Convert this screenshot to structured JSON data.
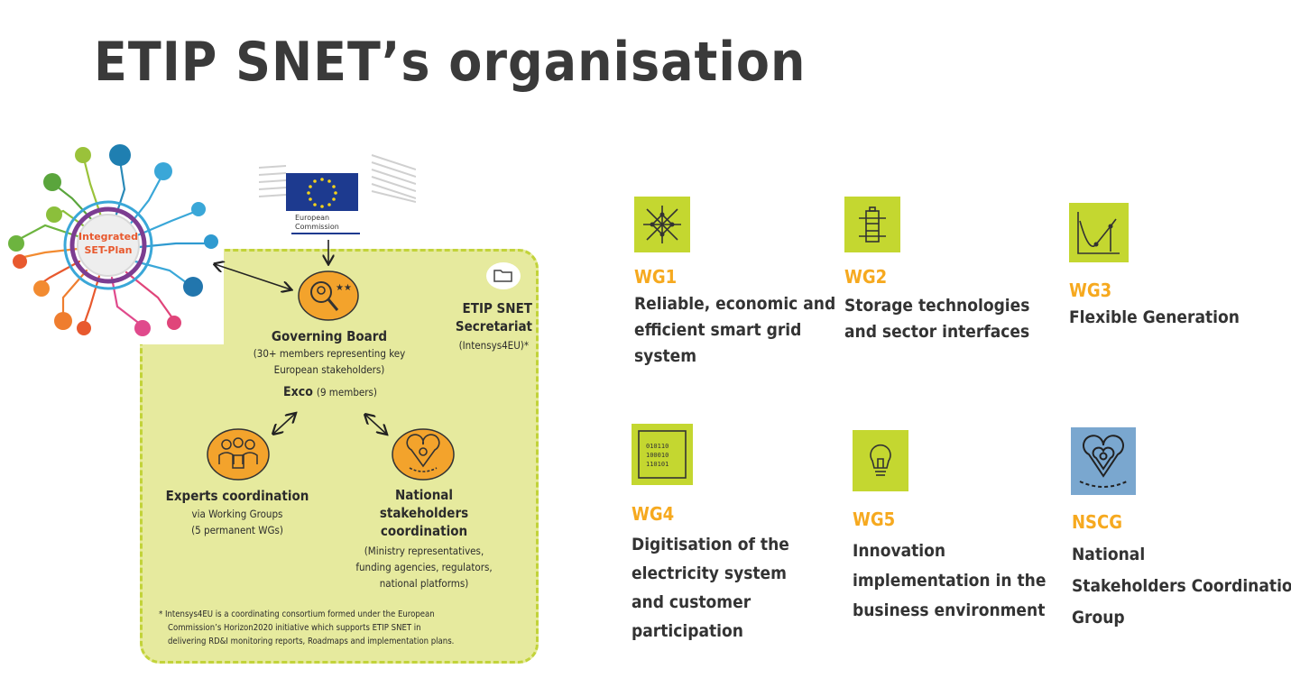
{
  "title": "ETIP SNET’s organisation",
  "set_plan": {
    "line1": "Integrated",
    "line2": "SET-Plan"
  },
  "ec": {
    "line1": "European",
    "line2": "Commission"
  },
  "secretariat": {
    "line1": "ETIP SNET",
    "line2": "Secretariat",
    "line3": "(Intensys4EU)*"
  },
  "governing_board": {
    "title": "Governing Board",
    "desc1": "(30+ members representing key",
    "desc2": "European stakeholders)",
    "exco_label": "Exco",
    "exco_desc": "(9 members)"
  },
  "experts": {
    "title": "Experts coordination",
    "desc1": "via Working Groups",
    "desc2": "(5 permanent WGs)"
  },
  "national": {
    "title1": "National",
    "title2": "stakeholders",
    "title3": "coordination",
    "desc1": "(Ministry representatives,",
    "desc2": "funding agencies, regulators,",
    "desc3": "national platforms)"
  },
  "footnote": {
    "line1": "* Intensys4EU is a coordinating consortium formed under the European",
    "line2": "Commission’s Horizon2020 initiative which supports ETIP SNET in",
    "line3": "delivering RD&I monitoring reports, Roadmaps and implementation plans."
  },
  "wgs": [
    {
      "code": "WG1",
      "lines": [
        "Reliable, economic and",
        "efficient smart grid",
        "system"
      ],
      "icon": "grid-network-icon"
    },
    {
      "code": "WG2",
      "lines": [
        "Storage technologies",
        "and sector interfaces"
      ],
      "icon": "battery-icon"
    },
    {
      "code": "WG3",
      "lines": [
        "Flexible Generation"
      ],
      "icon": "generation-curve-icon"
    },
    {
      "code": "WG4",
      "lines": [
        "Digitisation of the",
        "electricity system",
        "and customer",
        "participation"
      ],
      "icon": "binary-chip-icon"
    },
    {
      "code": "WG5",
      "lines": [
        "Innovation",
        "implementation in the",
        "business environment"
      ],
      "icon": "lightbulb-icon"
    },
    {
      "code": "NSCG",
      "lines": [
        "National",
        "Stakeholders Coordination",
        "Group"
      ],
      "icon": "location-pins-icon"
    }
  ],
  "colors": {
    "accent_green": "#c4d730",
    "wg_code": "#f6a91f",
    "panel": "#e6ea9e",
    "nscg_icon": "#7aa7cf",
    "org_icon": "#f3a32c"
  }
}
